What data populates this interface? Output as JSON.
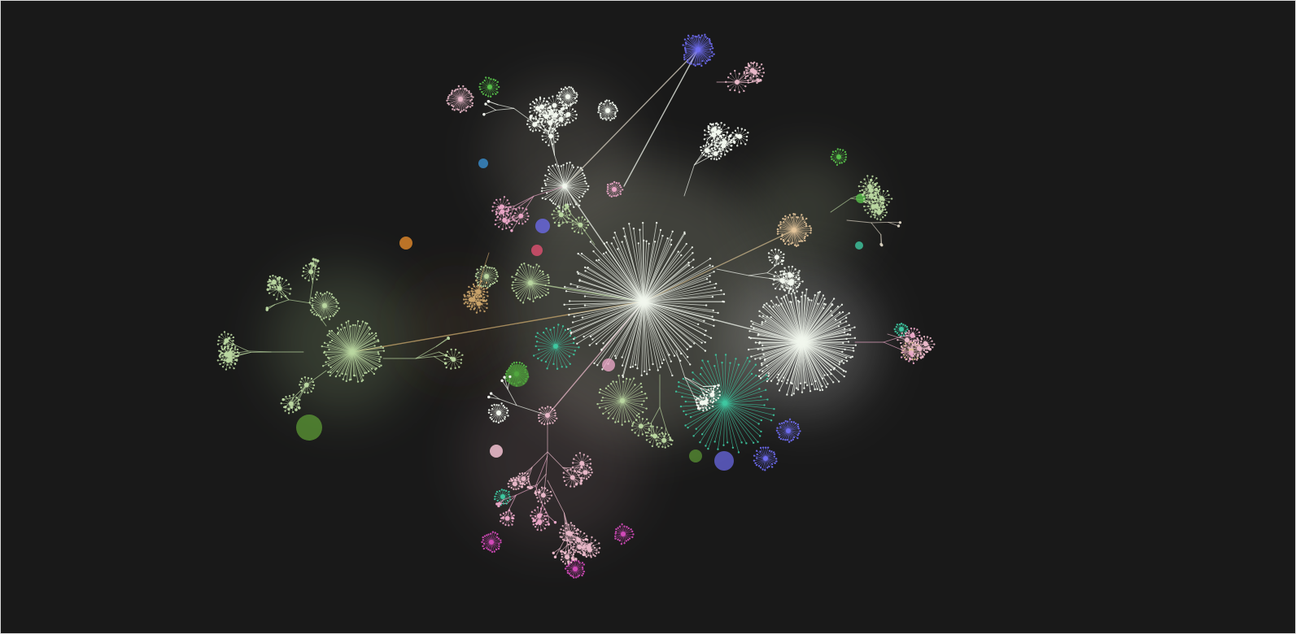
{
  "colors": {
    "background": "#191919",
    "frame": "#d9d9d9",
    "green": "#b9d6a0",
    "white": "#f2f7ee",
    "pink": "#e9a6c6",
    "blue": "#6e6cf0",
    "teal": "#3ec7a0",
    "orange": "#e38a2a",
    "magenta": "#d24ab9",
    "rose": "#e8b8c8",
    "lime": "#58c04a"
  },
  "diagram": {
    "type": "radial-tree-graph",
    "hubs": [
      {
        "name": "main-hub",
        "color": "white"
      },
      {
        "name": "east-hub",
        "color": "white"
      },
      {
        "name": "west-hub",
        "color": "green"
      },
      {
        "name": "north-hub",
        "color": "white"
      },
      {
        "name": "south-hub",
        "color": "rose"
      },
      {
        "name": "northeast-hub",
        "color": "green"
      },
      {
        "name": "top-hub",
        "color": "blue"
      }
    ]
  }
}
